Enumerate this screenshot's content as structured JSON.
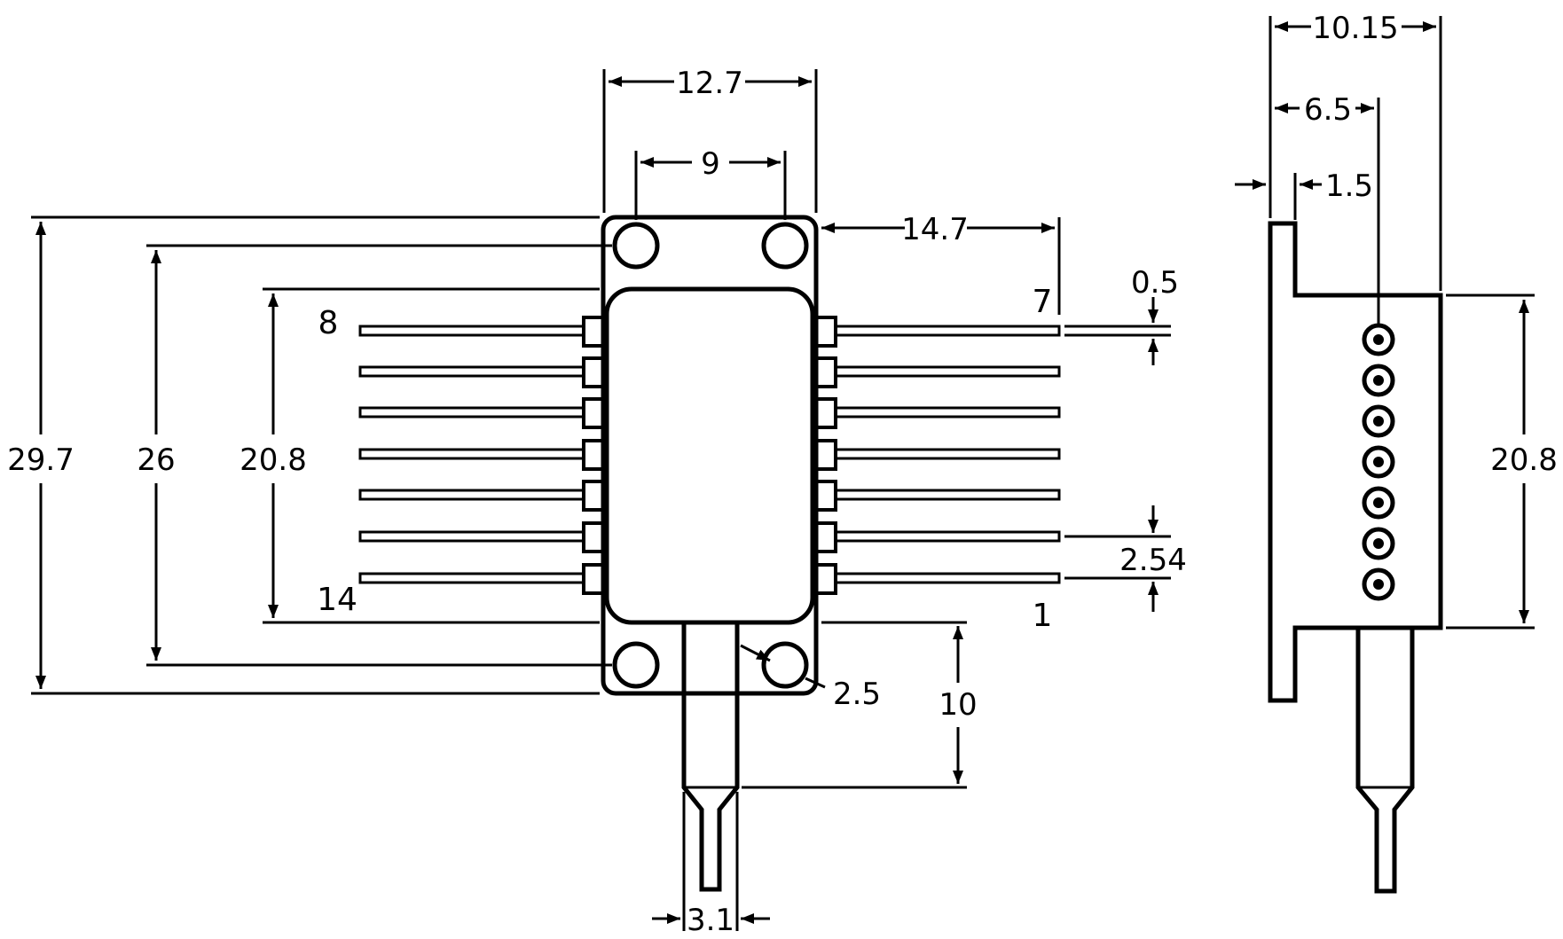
{
  "dimensions": {
    "top_width": "12.7",
    "hole_spacing": "9",
    "right_pin_length": "14.7",
    "pin_width": "0.5",
    "pin_pitch": "2.54",
    "hole_dia": "2.5",
    "tube_length": "10",
    "tube_width": "3.1",
    "total_height": "29.7",
    "hole_center_height": "26",
    "body_height": "20.8",
    "side_total_width": "10.15",
    "side_pin_offset": "6.5",
    "flange_thickness": "1.5",
    "side_body_height": "20.8"
  },
  "pin_labels": {
    "pin8": "8",
    "pin14": "14",
    "pin7": "7",
    "pin1": "1"
  }
}
